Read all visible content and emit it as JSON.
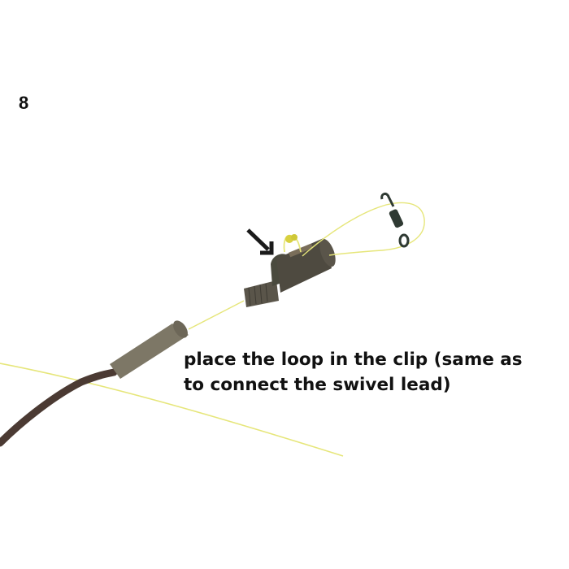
{
  "step": {
    "number": "8"
  },
  "caption": {
    "line1": "place the loop in the clip (same as",
    "line2": "to connect the swivel lead)"
  },
  "illustration": {
    "subject": "lead clip rig with loop placed in clip",
    "elements": [
      "arrow-pointer",
      "lead-clip",
      "line-loop",
      "swivel",
      "tail-rubber",
      "leadcore-tubing",
      "main-line"
    ],
    "colors": {
      "line": "#e6e67a",
      "clip": "#4a4a3e",
      "tubing": "#4b3a33",
      "tail_rubber": "#7d7766",
      "arrow": "#1a1a1a",
      "background": "#ffffff"
    }
  }
}
